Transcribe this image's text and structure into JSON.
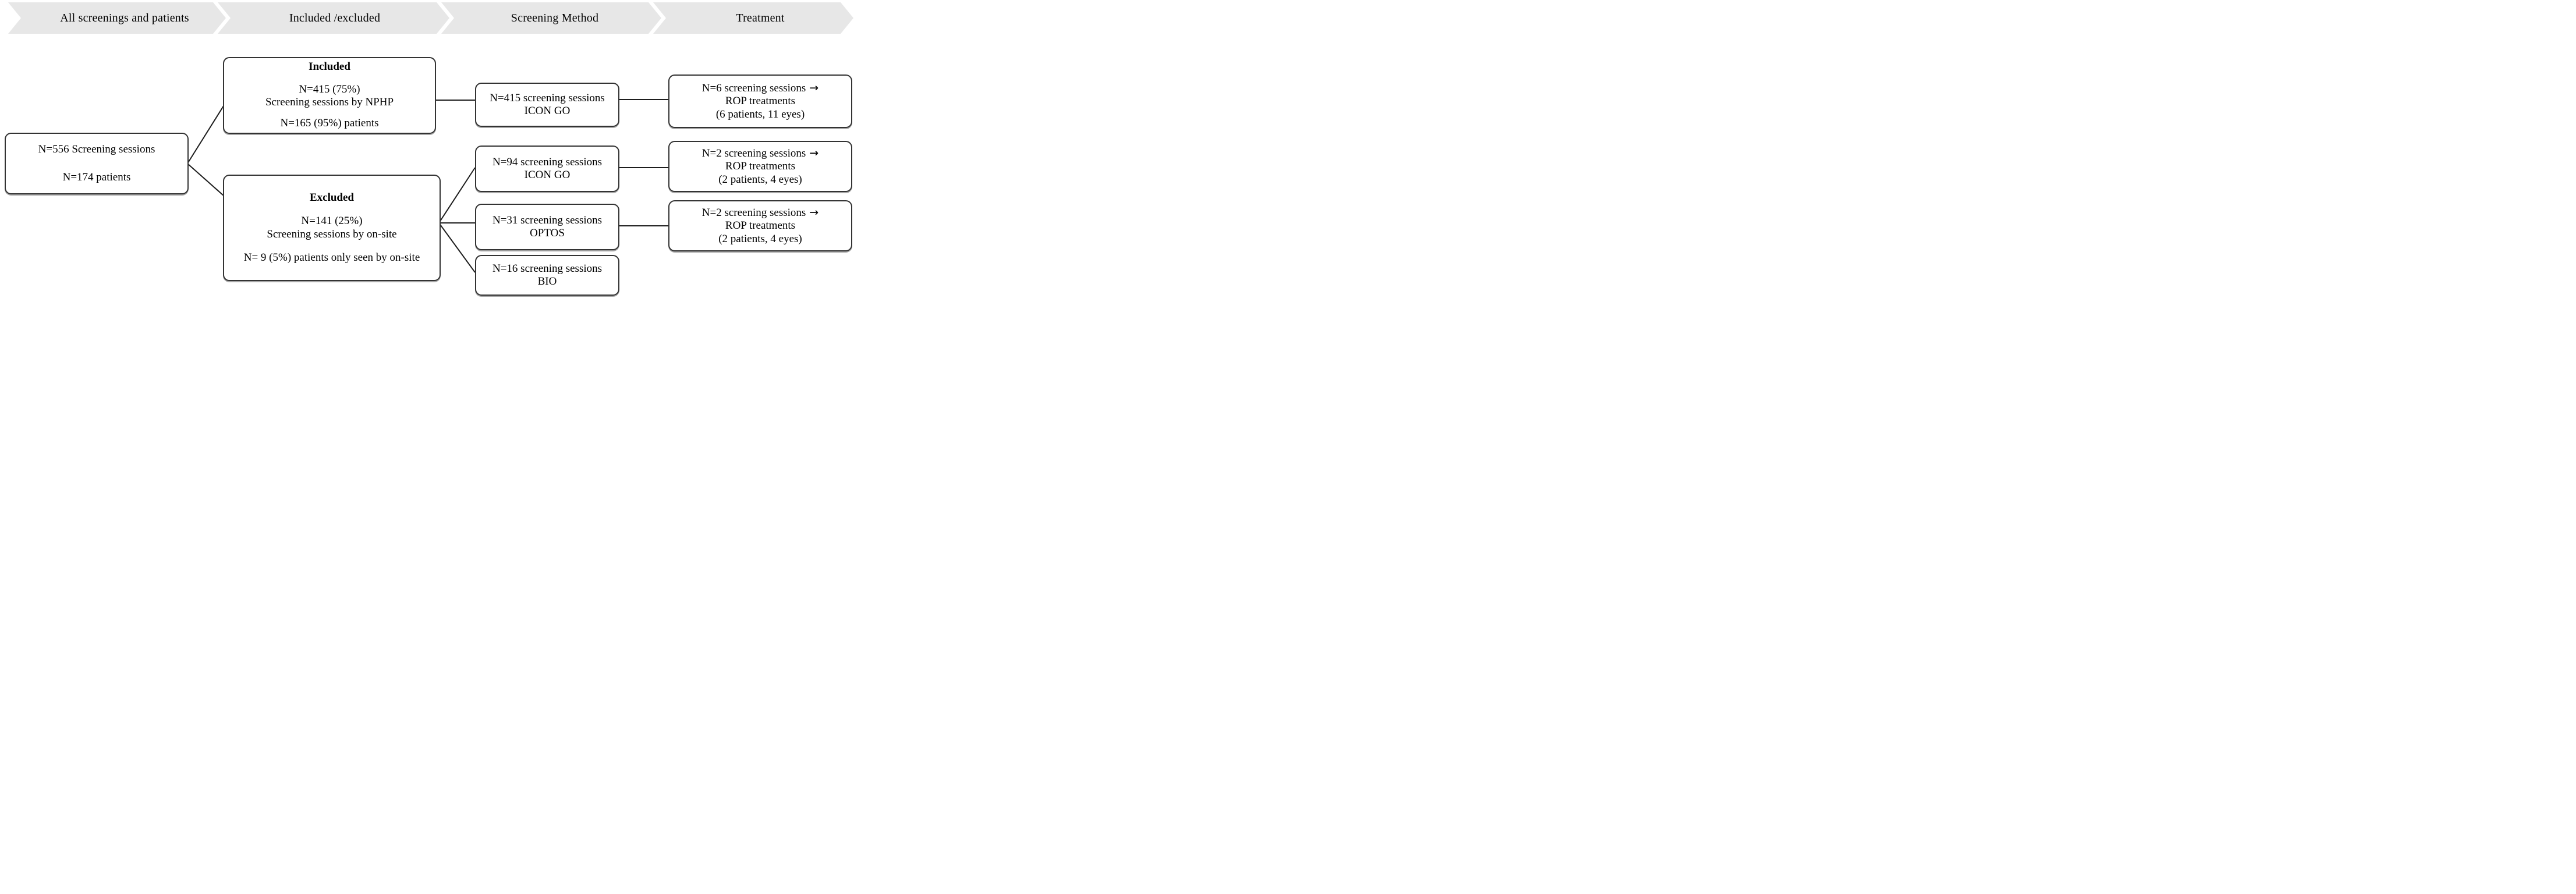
{
  "banner": {
    "steps": [
      {
        "label": "All screenings and patients"
      },
      {
        "label": "Included /excluded"
      },
      {
        "label": "Screening Method"
      },
      {
        "label": "Treatment"
      }
    ]
  },
  "flow": {
    "source": {
      "lines": [
        "N=556 Screening sessions",
        "N=174 patients"
      ]
    },
    "included": {
      "title": "Included",
      "lines": [
        "N=415 (75%)",
        "Screening sessions by NPHP",
        "N=165 (95%) patients"
      ]
    },
    "excluded": {
      "title": "Excluded",
      "lines": [
        "N=141 (25%)",
        "Screening sessions by on-site",
        "N= 9 (5%) patients only seen by on-site"
      ]
    },
    "methods": [
      {
        "line1": "N=415 screening sessions",
        "line2": "ICON GO"
      },
      {
        "line1": "N=94 screening sessions",
        "line2": "ICON GO"
      },
      {
        "line1": "N=31 screening sessions",
        "line2": "OPTOS"
      },
      {
        "line1": "N=16 screening sessions",
        "line2": "BIO"
      }
    ],
    "treatments": [
      {
        "line1": "N=6 screening sessions",
        "arrow": "→",
        "line2": "ROP treatments",
        "line3": "(6 patients, 11 eyes)"
      },
      {
        "line1": "N=2 screening sessions",
        "arrow": "→",
        "line2": "ROP treatments",
        "line3": "(2 patients, 4 eyes)"
      },
      {
        "line1": "N=2 screening sessions",
        "arrow": "→",
        "line2": "ROP treatments",
        "line3": "(2 patients, 4 eyes)"
      }
    ]
  },
  "colors": {
    "banner_fill": "#e7e7e7",
    "connector": "#1d1d1d",
    "box_border": "#333333",
    "background": "#ffffff",
    "text": "#000000"
  }
}
